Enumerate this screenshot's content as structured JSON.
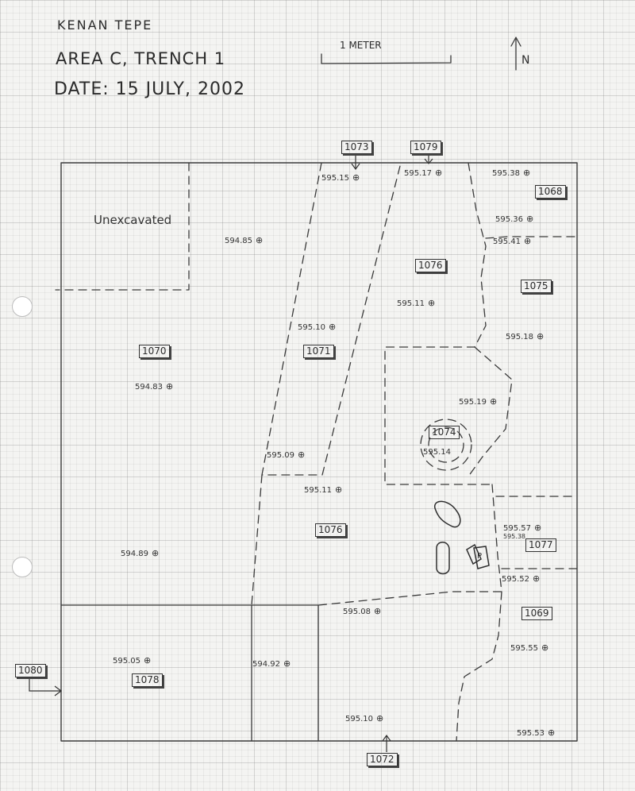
{
  "header": {
    "site": "KENAN TEPE",
    "area": "AREA C, TRENCH 1",
    "date": "DATE: 15 JULY, 2002"
  },
  "scale_bar": {
    "label": "1 METER"
  },
  "north_arrow": {
    "label": "N"
  },
  "unexcavated_label": "Unexcavated",
  "loci": {
    "l1073": "1073",
    "l1079": "1079",
    "l1068": "1068",
    "l1076_top": "1076",
    "l1075": "1075",
    "l1070": "1070",
    "l1071": "1071",
    "l1074": "1074",
    "l1076_bottom": "1076",
    "l1077": "1077",
    "l1069": "1069",
    "l1078": "1078",
    "l1080": "1080",
    "l1072": "1072"
  },
  "elevations": {
    "e1": "595.15",
    "e2": "595.17",
    "e3": "595.38",
    "e4": "595.36",
    "e5": "595.41",
    "e6": "594.85",
    "e7": "595.11",
    "e8": "595.10",
    "e9": "595.18",
    "e10": "594.83",
    "e11": "595.19",
    "e12": "595.14",
    "e13": "595.09",
    "e14": "595.11",
    "e15": "595.57",
    "e16": "595.38",
    "e17": "594.89",
    "e18": "595.52",
    "e19": "595.08",
    "e20": "595.55",
    "e21": "595.05",
    "e22": "594.92",
    "e23": "595.10",
    "e24": "595.53"
  },
  "feature_label": "P"
}
